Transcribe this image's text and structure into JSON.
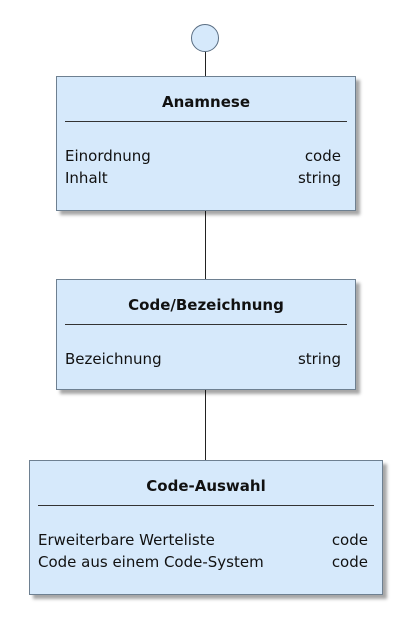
{
  "diagram": {
    "boxes": [
      {
        "title": "Anamnese",
        "attributes": [
          {
            "name": "Einordnung",
            "type": "code"
          },
          {
            "name": "Inhalt",
            "type": "string"
          }
        ]
      },
      {
        "title": "Code/Bezeichnung",
        "attributes": [
          {
            "name": "Bezeichnung",
            "type": "string"
          }
        ]
      },
      {
        "title": "Code-Auswahl",
        "attributes": [
          {
            "name": "Erweiterbare Werteliste",
            "type": "code"
          },
          {
            "name": "Code aus einem Code-System",
            "type": "code"
          }
        ]
      }
    ]
  },
  "colors": {
    "box_fill": "#d6e9fb",
    "box_border": "#6e8091",
    "line": "#222222"
  }
}
